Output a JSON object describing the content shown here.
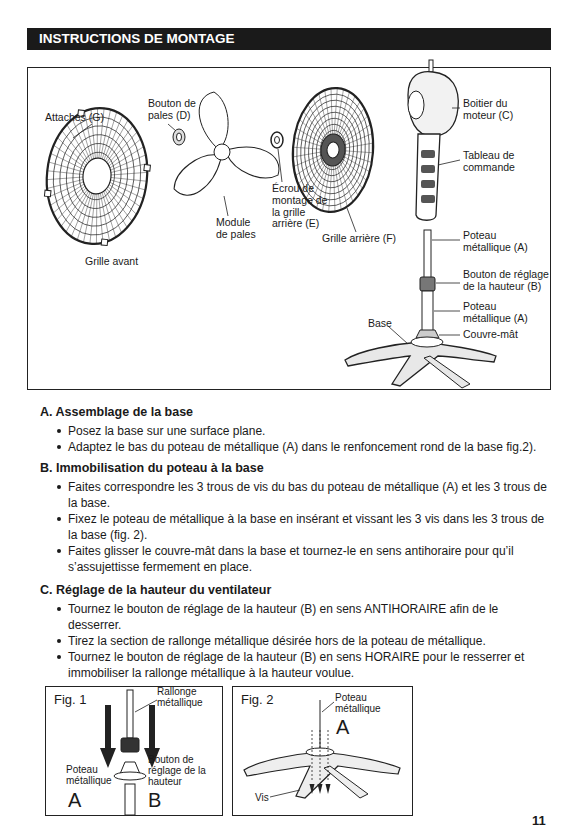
{
  "diagram": {
    "title": "INSTRUCTIONS DE MONTAGE",
    "nodes": [
      {
        "text": [
          "Fig. 1"
        ]
      },
      {
        "text": [
          "Fig. 2"
        ]
      }
    ],
    "labels": [
      "Attaches (G)",
      "Bouton de pales (D)",
      "Grille avant",
      "Module de pales",
      "Écrou de montage de la grille arrière (E)",
      "Grille arrière (F)",
      "Boitier du moteur (C)",
      "Tableau de commande",
      "Poteau métallique (A)",
      "Bouton de réglage de la hauteur (B)",
      "Poteau métallique (A)",
      "Base",
      "Couvre-mât",
      "A. Assemblage de la base",
      "Posez la base sur une surface plane.",
      "Adaptez le bas du poteau de métallique (A) dans le renfoncement rond de la base fig.2).",
      "B. Immobilisation du poteau à la base",
      "Faites correspondre les 3 trous de vis du bas du poteau de métallique (A) et les 3 trous de la base.",
      "Fixez le poteau de métallique à la base en insérant et vissant les 3 vis dans les 3 trous de la base (fig. 2).",
      "Faites glisser le couvre-mât dans la base et tournez-le en sens antihoraire pour qu’il s’assujettisse fermement en place.",
      "C. Réglage de la hauteur du ventilateur",
      "Tournez le bouton de réglage de la hauteur (B) en sens ANTIHORAIRE afin de le desserrer.",
      "Tirez la section de rallonge métallique désirée hors de la poteau de métallique.",
      "Tournez le bouton de réglage de la hauteur (B) en sens HORAIRE pour le resserrer et immobiliser la rallonge métallique à la hauteur voulue.",
      "Rallonge métallique",
      "Poteau métallique",
      "A",
      "Bouton de réglage de la hauteur",
      "B",
      "Poteau métallique",
      "A",
      "Vis",
      "11"
    ]
  }
}
